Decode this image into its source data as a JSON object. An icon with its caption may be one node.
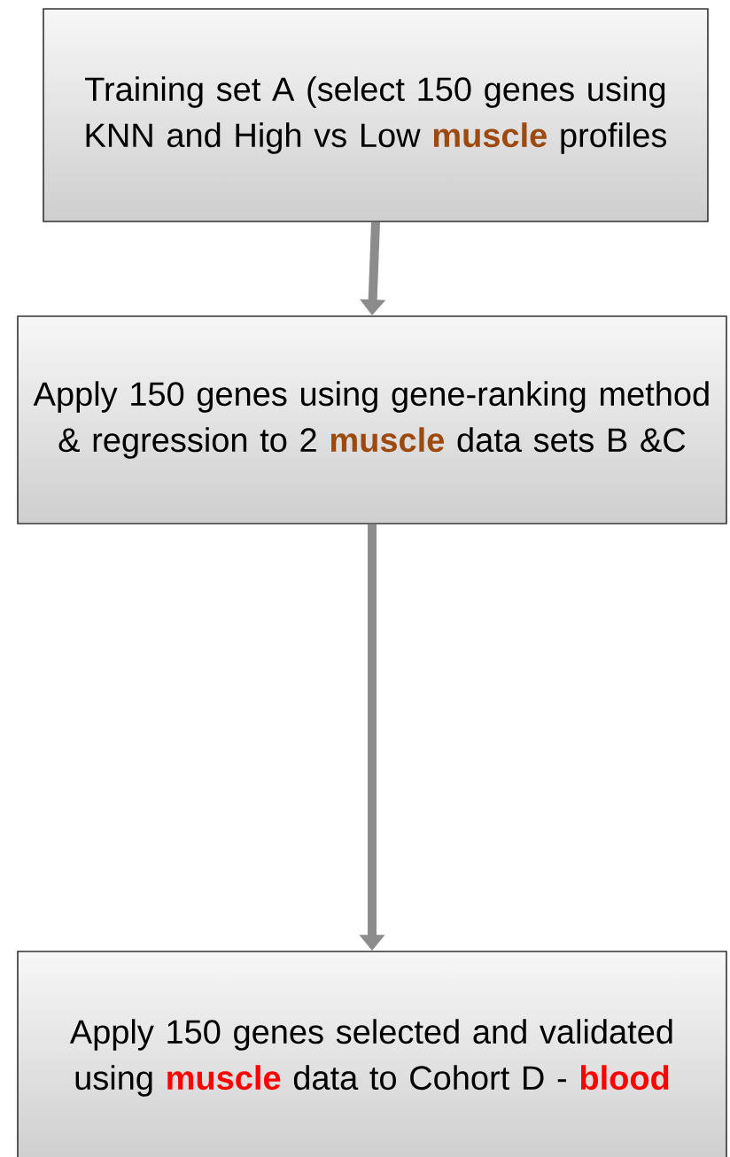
{
  "diagram": {
    "nodes": [
      {
        "text": [
          "Training set A (select 150 genes using KNN and High vs Low **muscle** profiles"
        ]
      },
      {
        "text": [
          "Apply 150 genes using gene-ranking method & regression to 2 **muscle** data sets B &C"
        ]
      },
      {
        "text": [
          "Apply 150 genes selected and validated using **muscle** data to Cohort D - **blood**"
        ]
      }
    ],
    "edges": [
      {
        "from": 0,
        "to": 1,
        "arrow": "to"
      },
      {
        "from": 1,
        "to": 2,
        "arrow": "to"
      }
    ]
  }
}
